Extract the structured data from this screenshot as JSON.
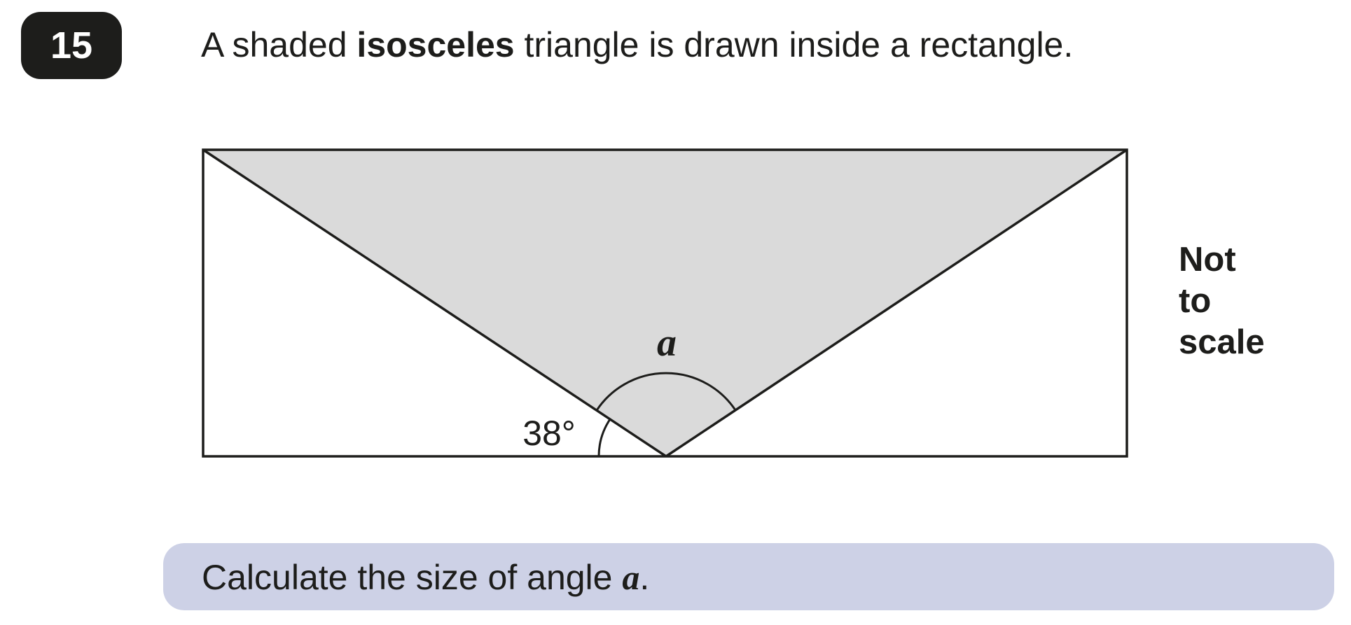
{
  "question": {
    "number": "15",
    "text_before": "A shaded ",
    "text_bold": "isosceles",
    "text_after": " triangle is drawn inside a rectangle."
  },
  "diagram": {
    "angle_label_given": "38°",
    "angle_label_unknown": "a",
    "note": [
      "Not",
      "to",
      "scale"
    ],
    "colors": {
      "shade": "#dadada",
      "line": "#1d1d1b"
    }
  },
  "task": {
    "text": "Calculate the size of angle ",
    "variable": "a",
    "end": "."
  }
}
